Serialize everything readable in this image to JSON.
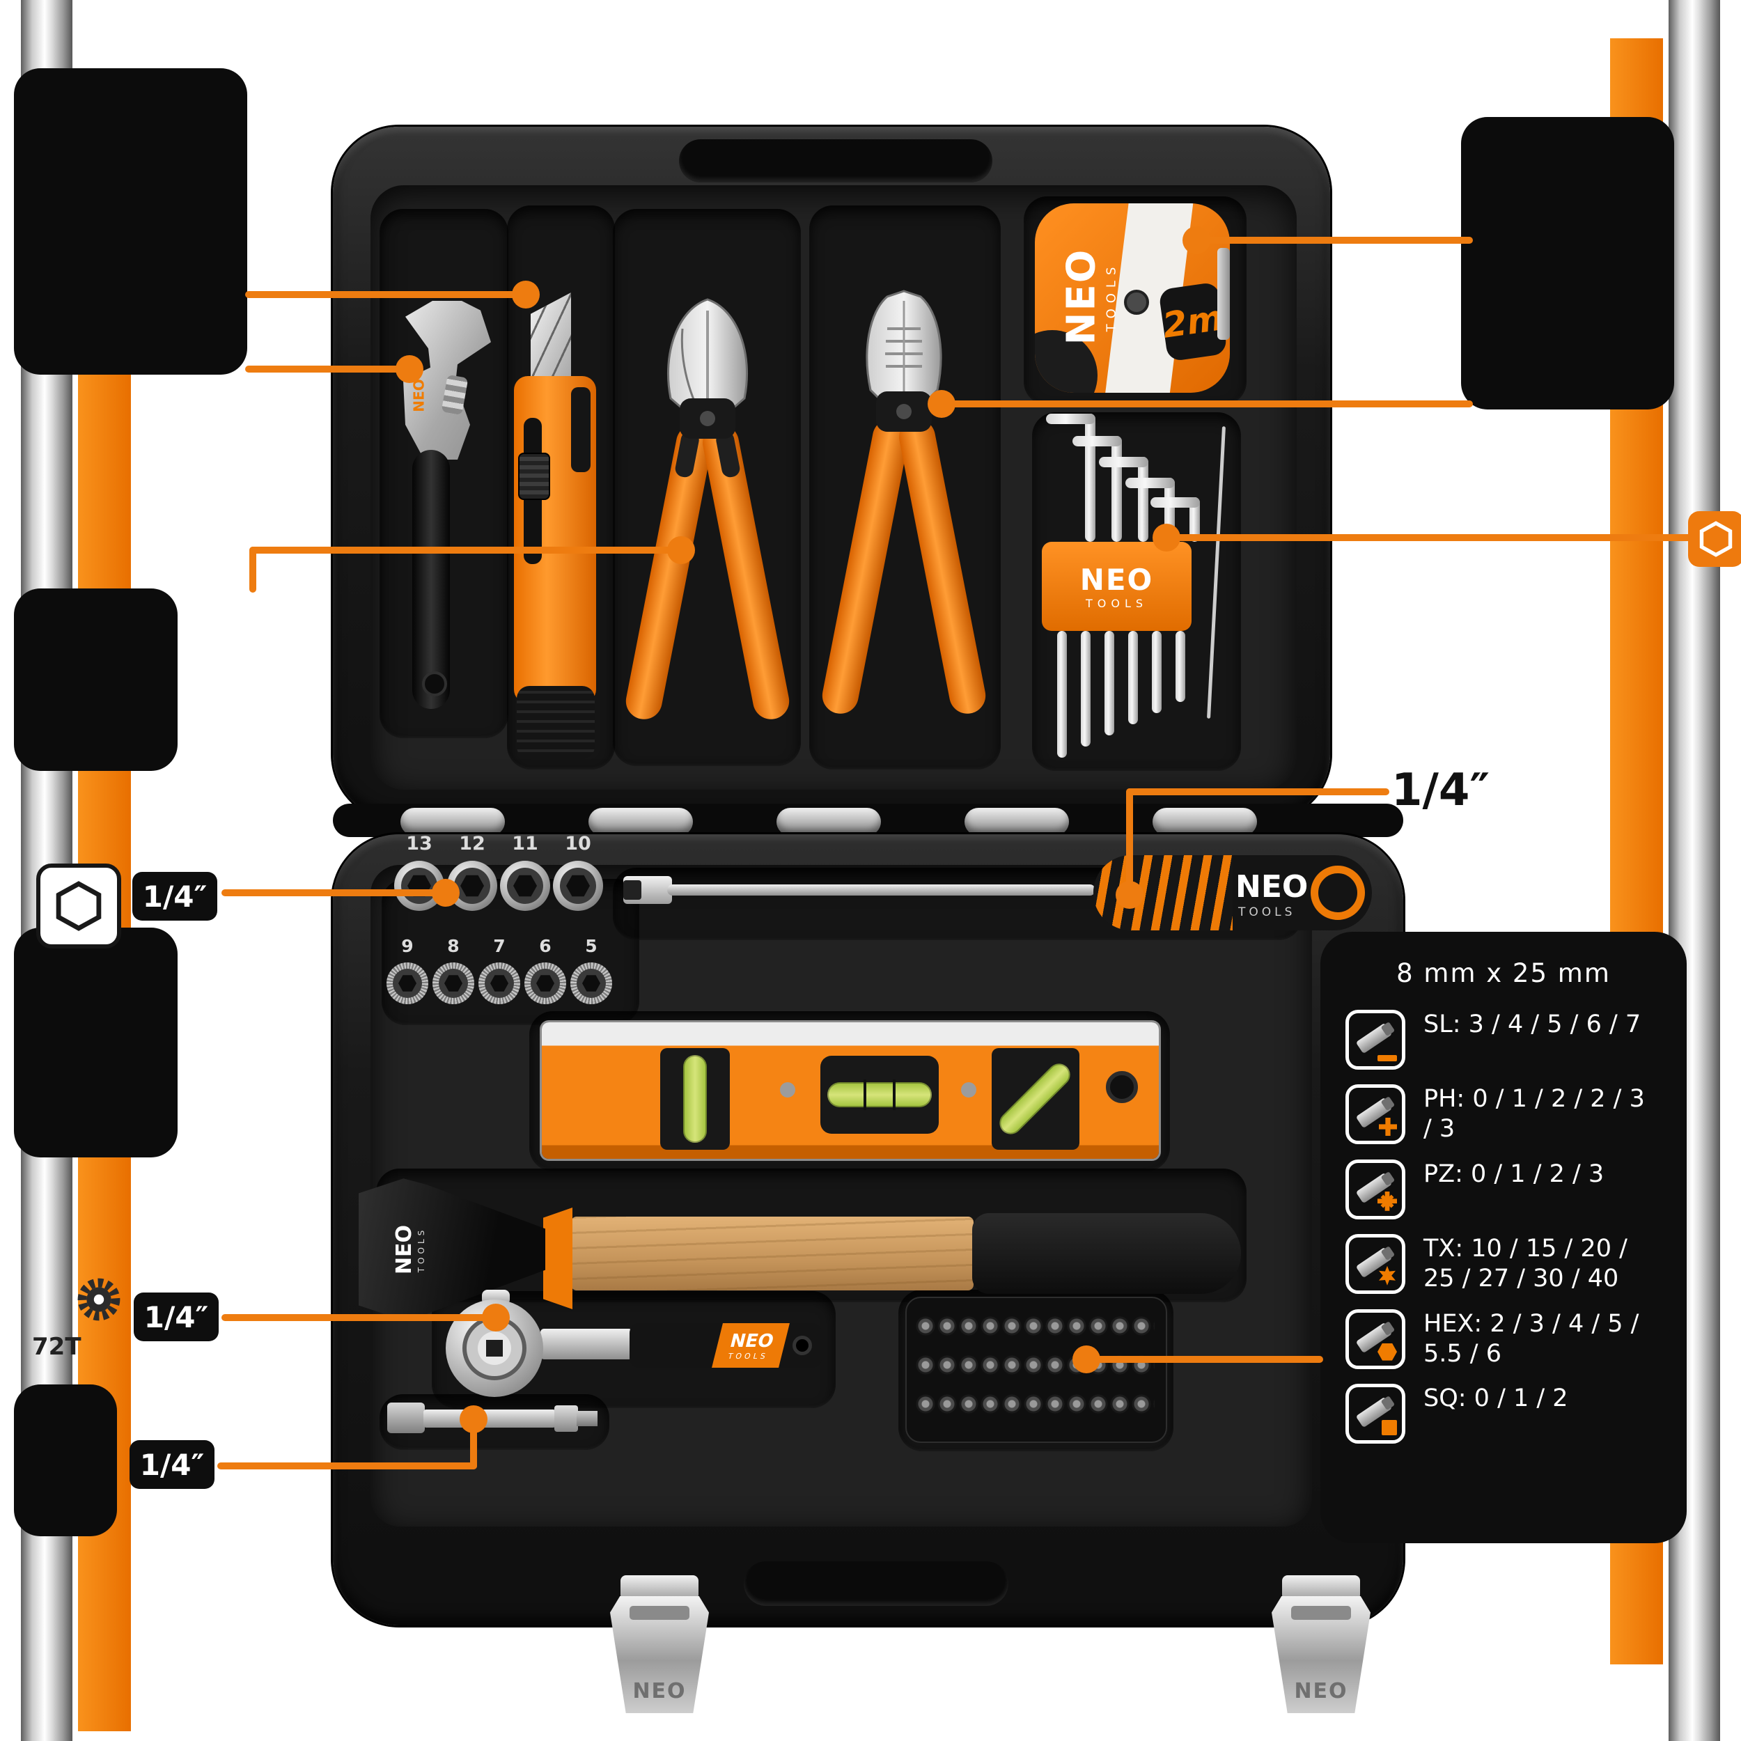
{
  "brand": {
    "name": "NEO",
    "sub": "TOOLS"
  },
  "labels": {
    "quarter_inch": "1/4″",
    "gear_teeth": "72T"
  },
  "tape_measure": {
    "brand": "NEO",
    "sub": "TOOLS",
    "length": "2m"
  },
  "hex_keys": {
    "brand": "NEO",
    "sub": "TOOLS"
  },
  "screwdriver": {
    "brand": "NEO",
    "sub": "TOOLS"
  },
  "hammer": {
    "brand": "NEO",
    "sub": "TOOLS"
  },
  "ratchet": {
    "brand": "NEO",
    "sub": "TOOLS"
  },
  "latches": {
    "left": "NEO",
    "right": "NEO"
  },
  "sockets": {
    "row1": [
      "13",
      "12",
      "11",
      "10"
    ],
    "row2": [
      "9",
      "8",
      "7",
      "6",
      "5"
    ]
  },
  "specs_panel": {
    "header": "8 mm x 25 mm",
    "rows": [
      {
        "type": "SL",
        "text": "SL: 3 / 4 / 5 / 6 / 7"
      },
      {
        "type": "PH",
        "text": "PH: 0 / 1 / 2 / 2 / 3 / 3"
      },
      {
        "type": "PZ",
        "text": "PZ: 0 / 1 / 2 / 3"
      },
      {
        "type": "TX",
        "text": "TX: 10 / 15 / 20 / 25 / 27 / 30 / 40"
      },
      {
        "type": "HEX",
        "text": "HEX: 2 / 3 / 4 / 5 / 5.5 / 6"
      },
      {
        "type": "SQ",
        "text": "SQ: 0 / 1 / 2"
      }
    ]
  },
  "colors": {
    "accent": "#ee7c10",
    "case": "#1b1b1b",
    "vial_green": "#b8d14a"
  }
}
